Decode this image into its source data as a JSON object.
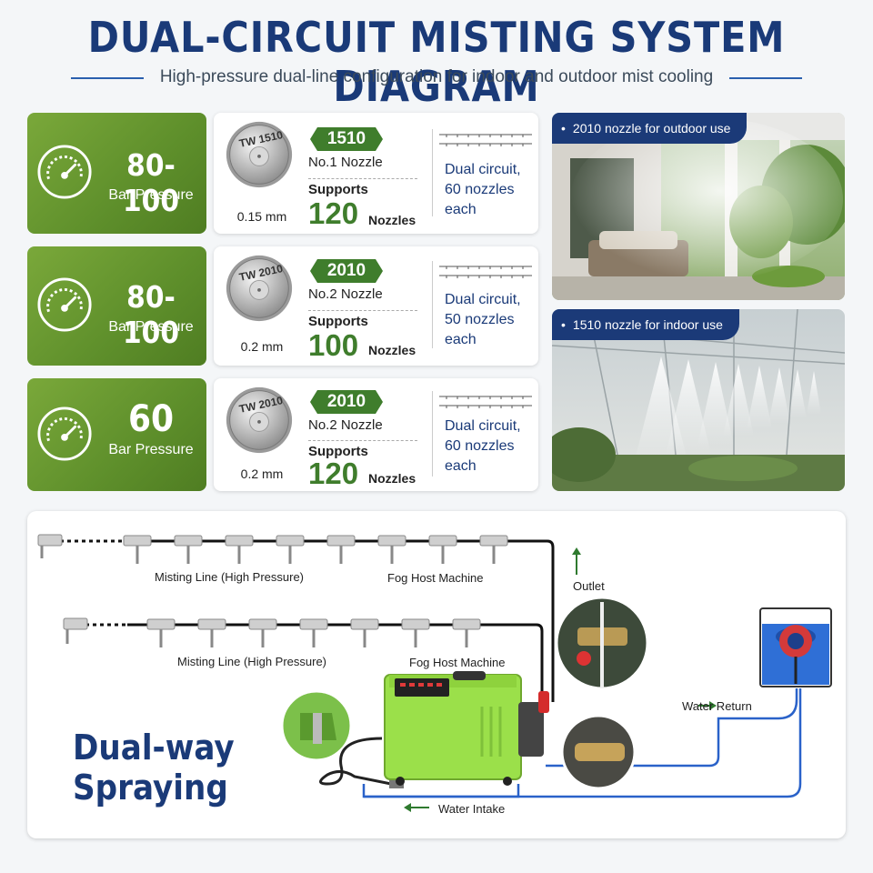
{
  "header": {
    "title": "DUAL-CIRCUIT MISTING SYSTEM DIAGRAM",
    "subtitle": "High-pressure dual-line configuration for indoor and outdoor mist cooling"
  },
  "rows": [
    {
      "pressure": "80-100",
      "pressure_label": "Bar Pressure",
      "nozzle_stamp": "TW 1510",
      "size": "0.15 mm",
      "tag": "1510",
      "nozzle_name": "No.1 Nozzle",
      "supports": "Supports",
      "count": "120",
      "nozzles_word": "Nozzles",
      "circuit": [
        "Dual circuit,",
        "60 nozzles",
        "each"
      ]
    },
    {
      "pressure": "80-100",
      "pressure_label": "Bar Pressure",
      "nozzle_stamp": "TW 2010",
      "size": "0.2 mm",
      "tag": "2010",
      "nozzle_name": "No.2 Nozzle",
      "supports": "Supports",
      "count": "100",
      "nozzles_word": "Nozzles",
      "circuit": [
        "Dual circuit,",
        "50 nozzles",
        "each"
      ]
    },
    {
      "pressure": "60",
      "pressure_label": "Bar Pressure",
      "nozzle_stamp": "TW 2010",
      "size": "0.2 mm",
      "tag": "2010",
      "nozzle_name": "No.2 Nozzle",
      "supports": "Supports",
      "count": "120",
      "nozzles_word": "Nozzles",
      "circuit": [
        "Dual circuit,",
        "60 nozzles",
        "each"
      ]
    }
  ],
  "photos": [
    {
      "caption": "2010 nozzle for outdoor use"
    },
    {
      "caption": "1510 nozzle for indoor use"
    }
  ],
  "diagram": {
    "line1_label": "Misting Line (High Pressure)",
    "host1_label": "Fog Host Machine",
    "line2_label": "Misting Line (High Pressure)",
    "host2_label": "Fog Host Machine",
    "outlet_label": "Outlet",
    "water_return_label": "Water Return",
    "water_intake_label": "Water Intake",
    "headline": [
      "Dual-way",
      "Spraying"
    ]
  },
  "colors": {
    "navy": "#1a3a78",
    "green": "#5e8f2b",
    "machine_green": "#9be04a",
    "water_blue": "#2a62c9"
  }
}
